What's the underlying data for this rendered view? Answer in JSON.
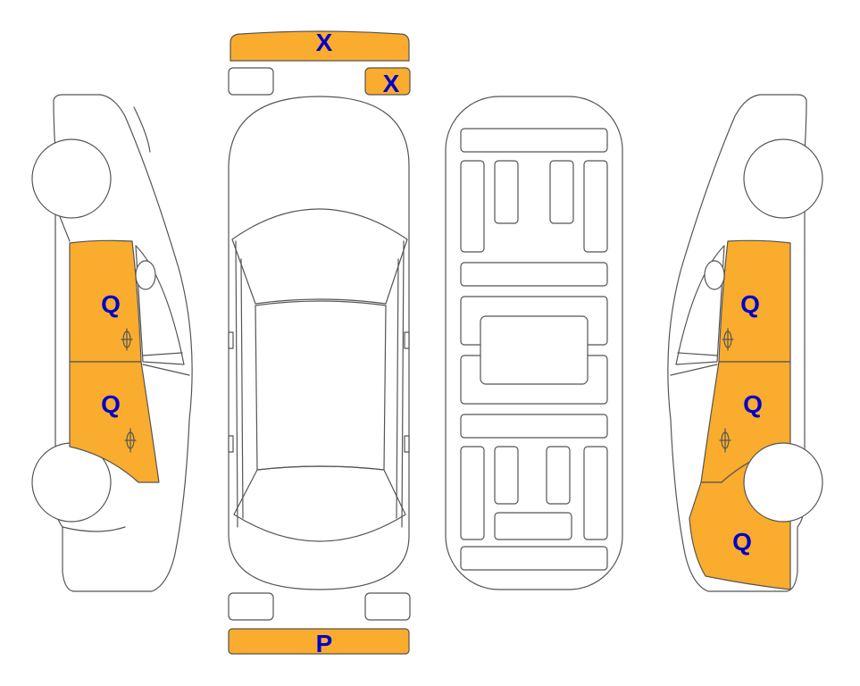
{
  "colors": {
    "damage_fill": "#F9AC2D",
    "label_color": "#0000CC",
    "outline": "#555555",
    "body": "#FFFFFF"
  },
  "diagram": {
    "front_bumper_mark": "X",
    "front_right_headlight_mark": "X",
    "rear_bumper_mark": "P",
    "left_front_door_mark": "Q",
    "left_rear_door_mark": "Q",
    "right_front_door_mark": "Q",
    "right_rear_door_mark": "Q",
    "right_rear_quarter_mark": "Q"
  }
}
